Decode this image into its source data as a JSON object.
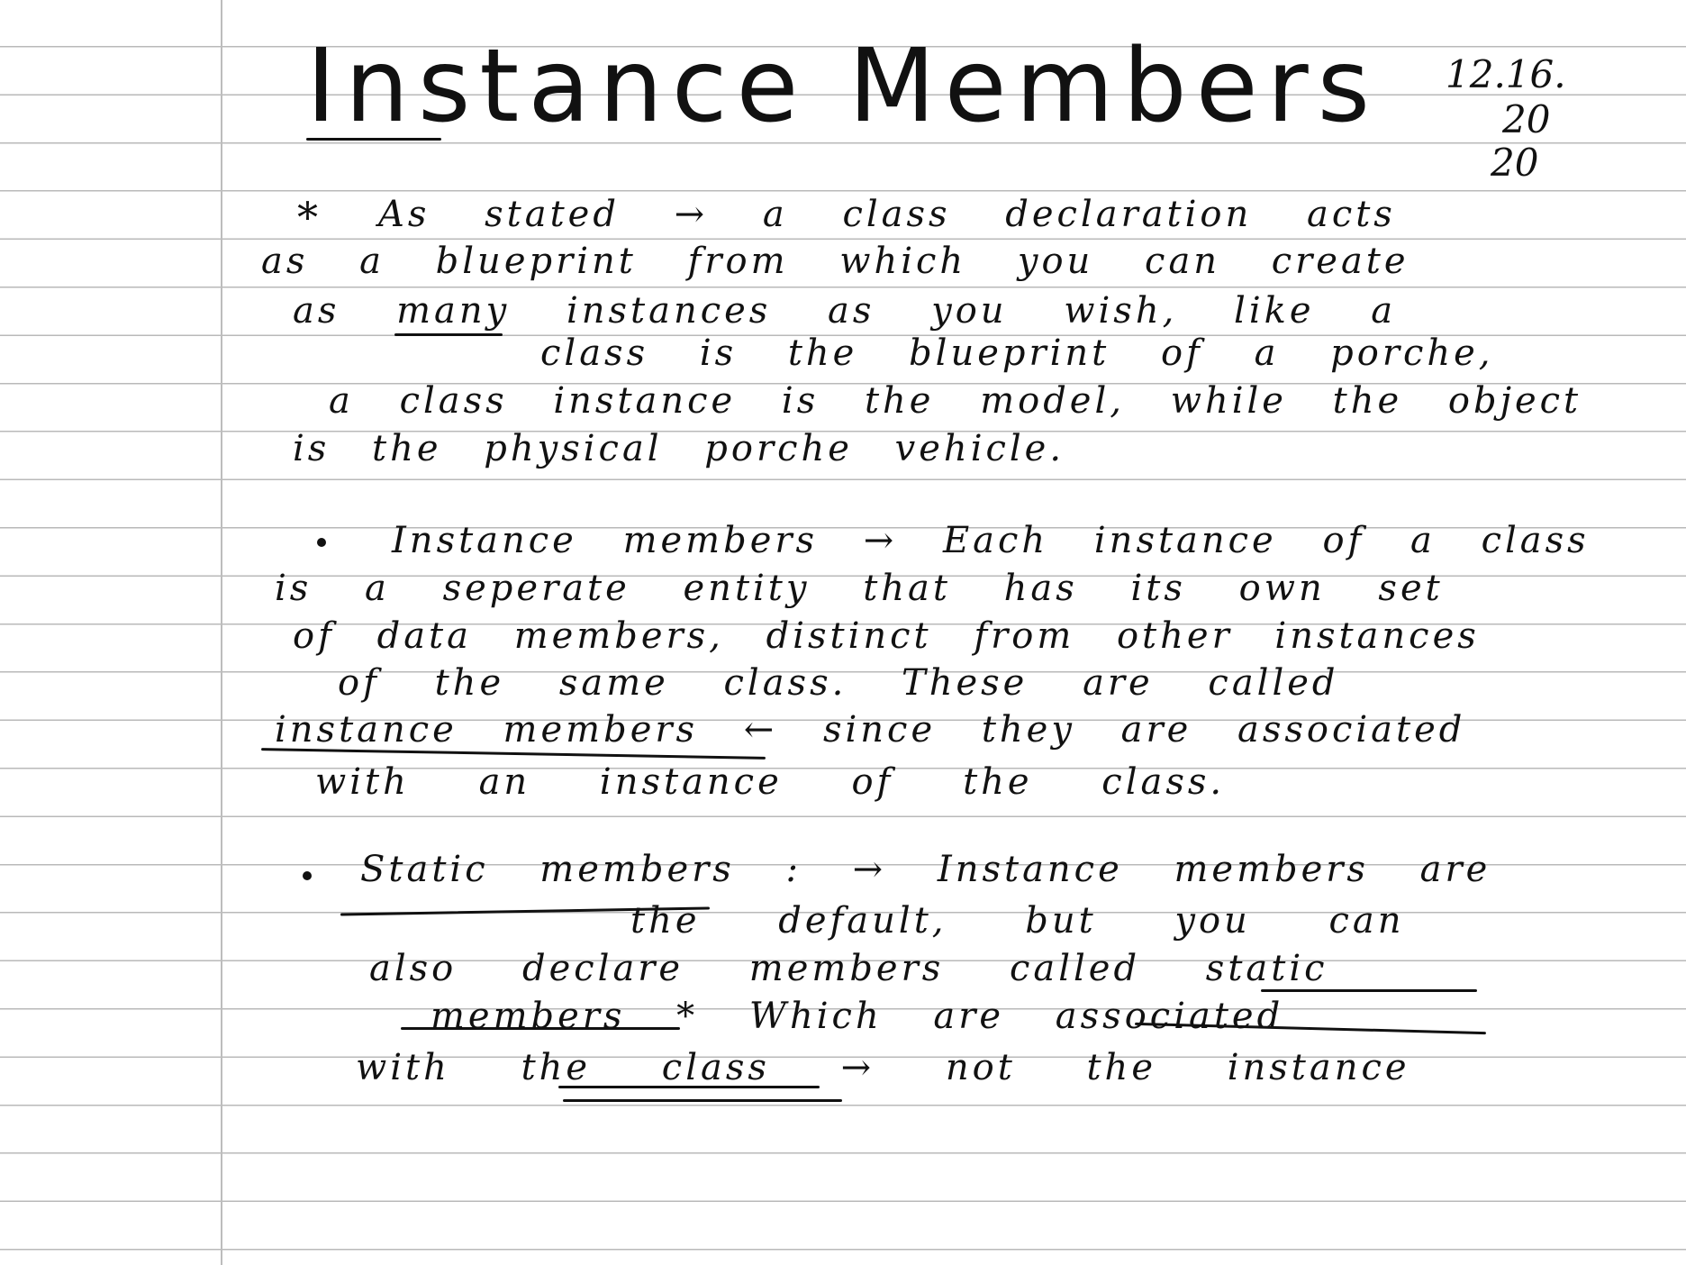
{
  "title": "Instance Members",
  "date": {
    "line1": "12.16.",
    "line2": "20",
    "line3": "20"
  },
  "paragraph1": {
    "marker": "*",
    "lines": [
      "As stated → a class declaration acts",
      "as a blueprint from which you can create",
      "as many instances as you wish, like a",
      "class is the blueprint of a porche,",
      "a class instance is the model, while the object",
      "is the physical porche vehicle."
    ]
  },
  "paragraph2": {
    "lines": [
      "Instance members → Each instance of a class",
      "is a seperate entity that has its own set",
      "of data members, distinct from other instances",
      "of the same class. These are called",
      "instance members ← since they are associated",
      "with an instance of the class."
    ]
  },
  "paragraph3": {
    "lines": [
      "Static members : → Instance members are",
      "the default, but you can",
      "also declare members called static",
      "members * Which are associated",
      "with the class → not the instance"
    ]
  }
}
